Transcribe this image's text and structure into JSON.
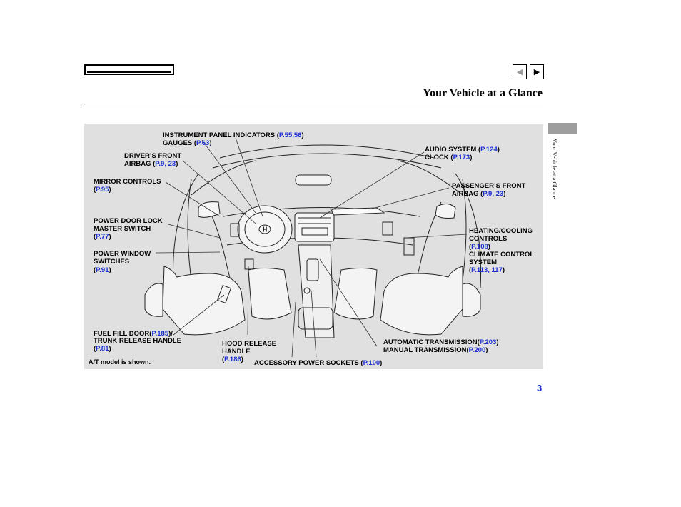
{
  "header": {
    "title": "Your Vehicle at a Glance",
    "side_tab_label": "Your Vehicle at a Glance",
    "prev_icon": "◀",
    "next_icon": "▶"
  },
  "figure": {
    "note": "A/T model is shown.",
    "callouts": [
      {
        "label": "INSTRUMENT PANEL INDICATORS",
        "ref": "P.55,56"
      },
      {
        "label": "GAUGES",
        "ref": "P.63"
      },
      {
        "label": "DRIVER’S FRONT",
        "label2": "AIRBAG",
        "ref": "P.9, 23"
      },
      {
        "label": "MIRROR CONTROLS",
        "ref": "P.95"
      },
      {
        "label": "POWER DOOR LOCK",
        "label2": "MASTER SWITCH",
        "ref": "P.77"
      },
      {
        "label": "POWER WINDOW",
        "label2": "SWITCHES",
        "ref": "P.91"
      },
      {
        "label": "FUEL FILL DOOR",
        "ref": "P.185",
        "suffix": "/"
      },
      {
        "label": "TRUNK RELEASE HANDLE",
        "ref": "P.81"
      },
      {
        "label": "HOOD RELEASE",
        "label2": "HANDLE",
        "ref": "P.186"
      },
      {
        "label": "ACCESSORY POWER SOCKETS",
        "ref": "P.100"
      },
      {
        "label": "AUTOMATIC TRANSMISSION",
        "ref": "P.203"
      },
      {
        "label": "MANUAL TRANSMISSION",
        "ref": "P.200"
      },
      {
        "label": "AUDIO SYSTEM",
        "ref": "P.124"
      },
      {
        "label": "CLOCK",
        "ref": "P.173"
      },
      {
        "label": "PASSENGER’S FRONT",
        "label2": "AIRBAG",
        "ref": "P.9, 23"
      },
      {
        "label": "HEATING/COOLING",
        "label2": "CONTROLS",
        "ref": "P.108"
      },
      {
        "label": "CLIMATE CONTROL",
        "label2": "SYSTEM",
        "ref": "P.113, 117"
      }
    ]
  },
  "page_number": "3"
}
